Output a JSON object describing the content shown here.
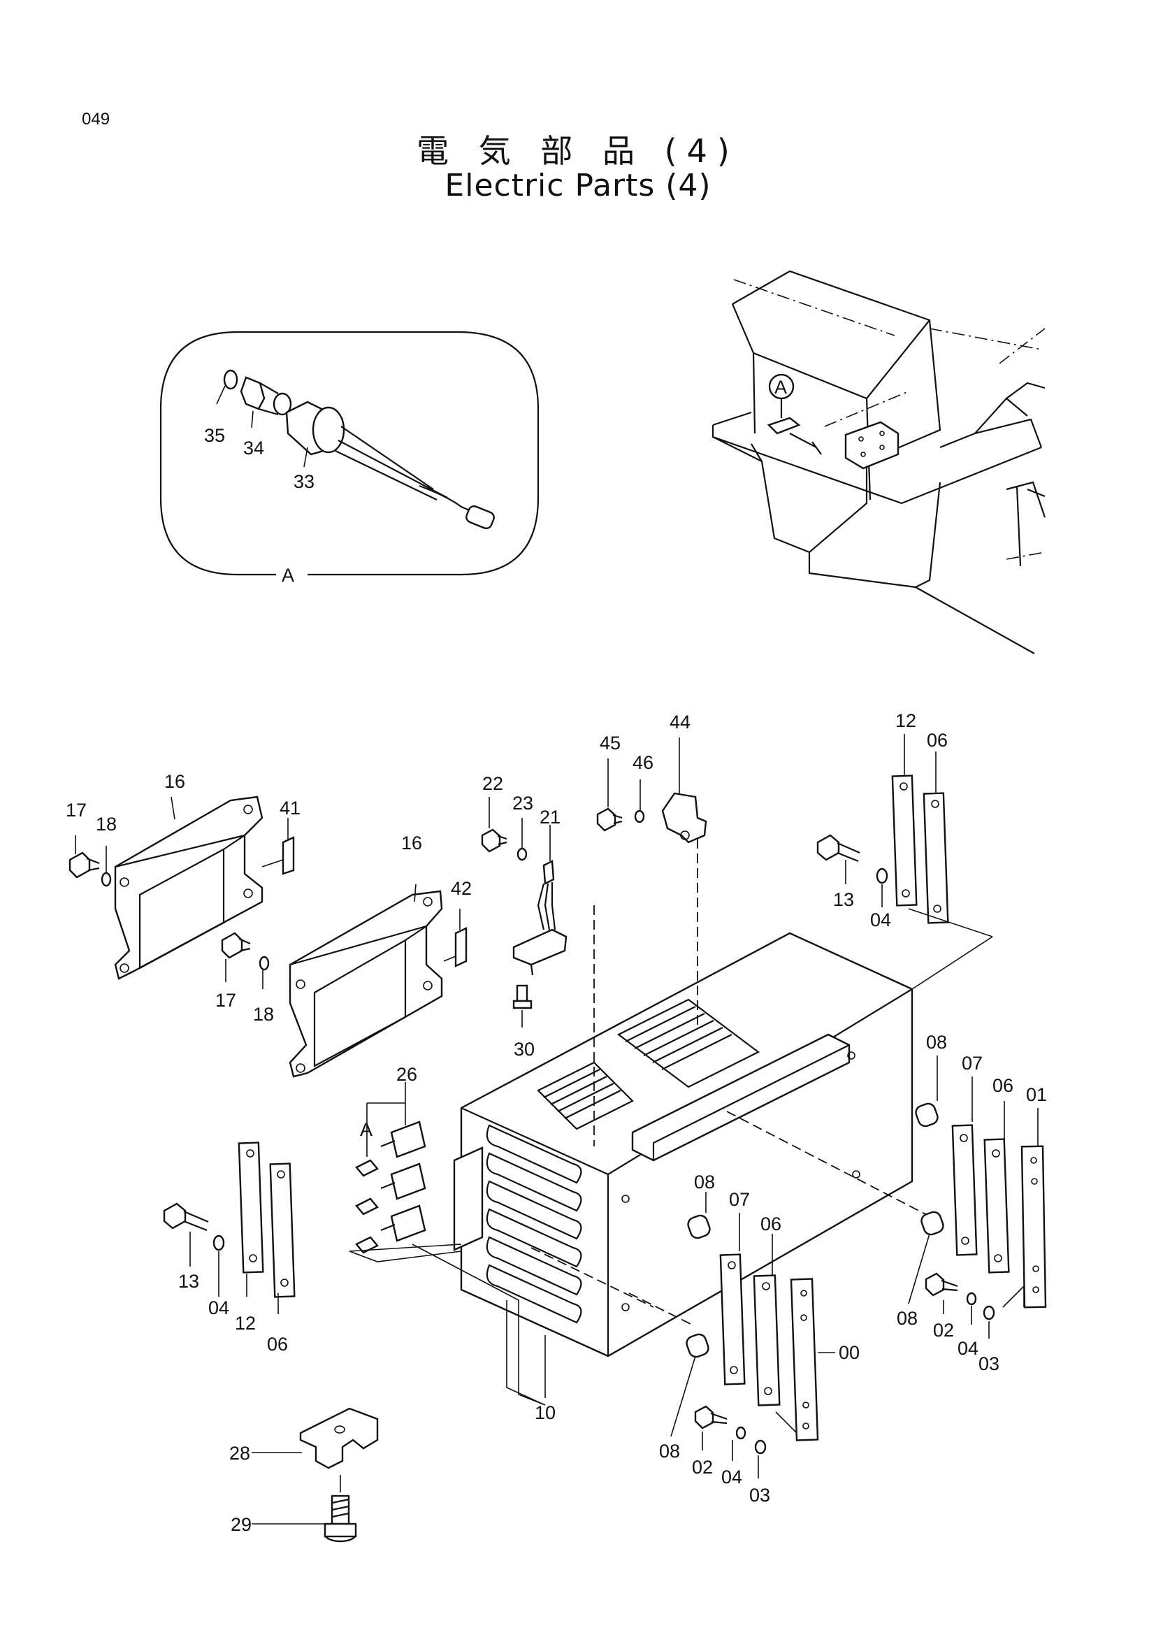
{
  "page_number": "049",
  "title_jp": "電 気 部 品 (4)",
  "title_en": "Electric Parts (4)",
  "detail_label": "A",
  "callout_letter": "A",
  "part_labels": {
    "p35": "35",
    "p34": "34",
    "p33": "33",
    "p45": "45",
    "p46": "46",
    "p44": "44",
    "p12a": "12",
    "p06a": "06",
    "p16a": "16",
    "p41": "41",
    "p17a": "17",
    "p18a": "18",
    "p22": "22",
    "p23": "23",
    "p21": "21",
    "p16b": "16",
    "p42": "42",
    "p17b": "17",
    "p18b": "18",
    "p30": "30",
    "p13a": "13",
    "p04a": "04",
    "p26": "26",
    "p26a": "A",
    "p08a": "08",
    "p07a": "07",
    "p06b": "06",
    "p01": "01",
    "p08b": "08",
    "p07b": "07",
    "p06c": "06",
    "p13b": "13",
    "p04b": "04",
    "p12b": "12",
    "p06d": "06",
    "p10": "10",
    "p00": "00",
    "p08c": "08",
    "p02a": "02",
    "p04c": "04",
    "p03a": "03",
    "p08d": "08",
    "p02b": "02",
    "p04d": "04",
    "p03b": "03",
    "p28": "28",
    "p29": "29"
  }
}
